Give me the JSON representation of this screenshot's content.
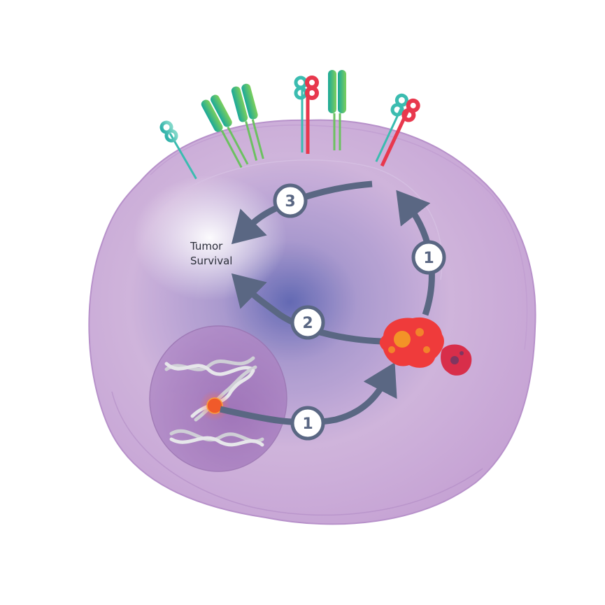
{
  "diagram": {
    "title_label": {
      "line1": "Tumor",
      "line2": "Survival"
    },
    "steps": [
      {
        "id": "step-1-nucleus",
        "number": "1"
      },
      {
        "id": "step-1-membrane",
        "number": "1"
      },
      {
        "id": "step-2",
        "number": "2"
      },
      {
        "id": "step-3",
        "number": "3"
      }
    ],
    "colors": {
      "cell": "#c9a9d6",
      "cell_edge": "#a57fbb",
      "nucleus": "#a47bbb",
      "arrow": "#5a6783",
      "badge_fill": "#ffffff",
      "receptor_teal": "#3bbcb0",
      "receptor_green": "#6cc161",
      "receptor_red": "#e8384d",
      "protein_orange": "#f3a325",
      "protein_red": "#ef3b3b",
      "mutation": "#f05a2a",
      "dna": "#d8d8de"
    },
    "icons": [
      "receptor-icon",
      "antibody-icon",
      "dna-icon",
      "mutation-dot-icon",
      "protein-icon"
    ]
  }
}
